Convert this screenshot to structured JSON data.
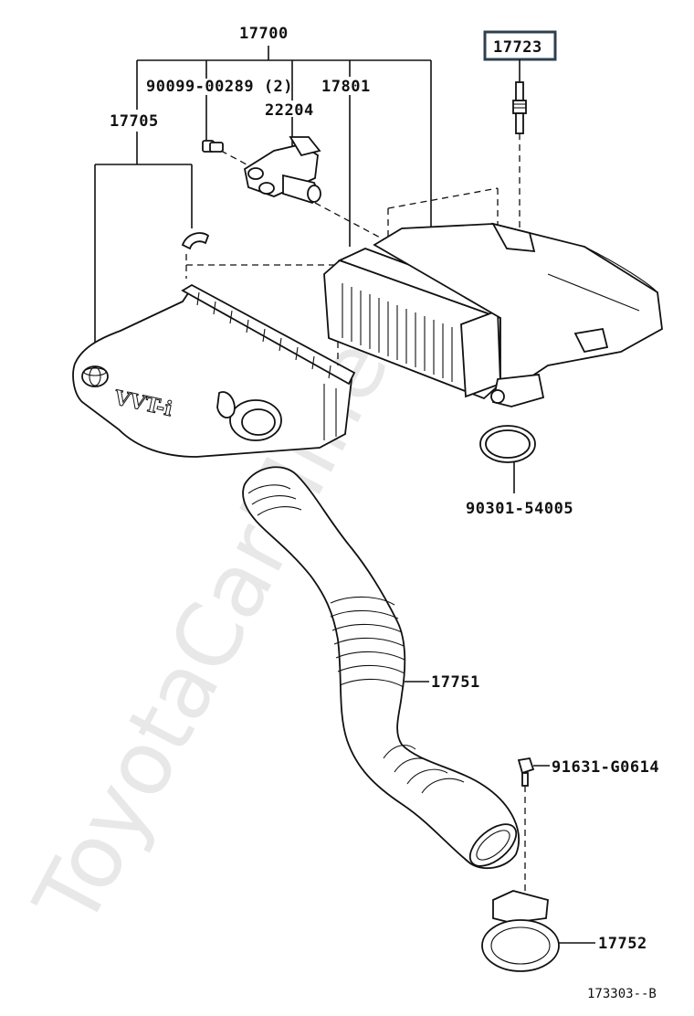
{
  "watermark": "ToyotaCarMine.ru",
  "parts": {
    "assembly": "17700",
    "case_cap": "17705",
    "screw": "90099-00289 (2)",
    "sensor": "22204",
    "element": "17801",
    "selected": "17723",
    "o_ring": "90301-54005",
    "hose": "17751",
    "bolt": "91631-G0614",
    "clamp": "17752"
  },
  "emblem_text": "VVT-i",
  "figure_code": "173303--B"
}
